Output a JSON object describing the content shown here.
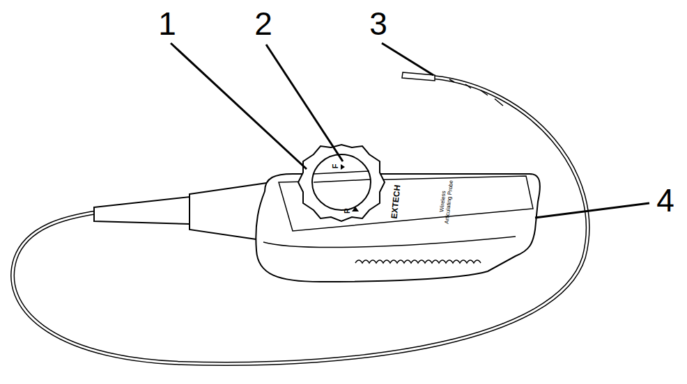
{
  "diagram": {
    "labels": [
      "1",
      "2",
      "3",
      "4",
      "F",
      "R",
      "EXTECH",
      "Wireless Articulating Probe"
    ]
  }
}
